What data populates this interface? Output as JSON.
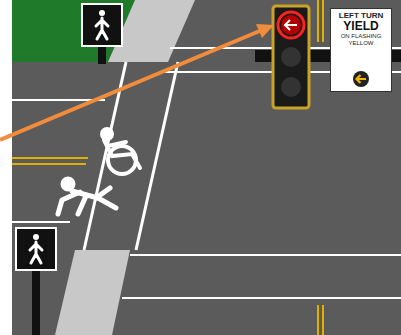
{
  "diagram": {
    "nodes": [
      {
        "text": [
          "LEFT TURN",
          "YIELD",
          "ON FLASHING YELLOW"
        ]
      }
    ]
  }
}
